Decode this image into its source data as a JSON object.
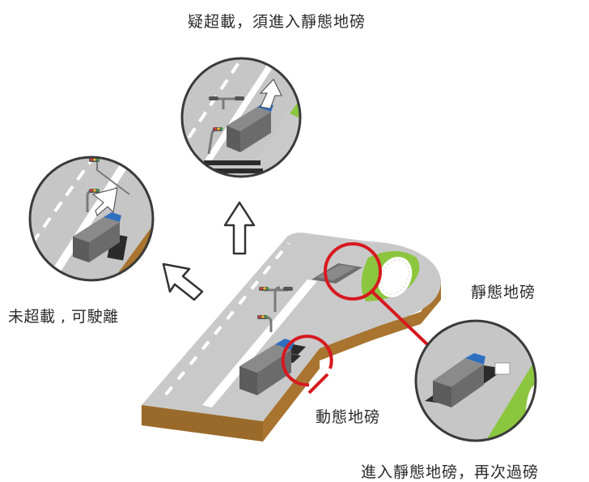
{
  "captions": {
    "suspected_overload": "疑超載，須進入靜態地磅",
    "not_overloaded": "未超載 , 可駛離",
    "static_scale": "靜態地磅",
    "dynamic_scale": "動態地磅",
    "reweigh": "進入靜態地磅，再次過磅"
  },
  "colors": {
    "road": "#c8c8c8",
    "road_side": "#b07c3a",
    "lane_mark": "#ffffff",
    "grass": "#8cc63f",
    "truck": "#6b6b6b",
    "truck_cab": "#2f6fc0",
    "highlight": "#d7191f",
    "arrow": "#ffffff"
  },
  "icons": [
    "outline-arrow-up",
    "outline-arrow-up-left",
    "traffic-light-pole",
    "truck"
  ]
}
